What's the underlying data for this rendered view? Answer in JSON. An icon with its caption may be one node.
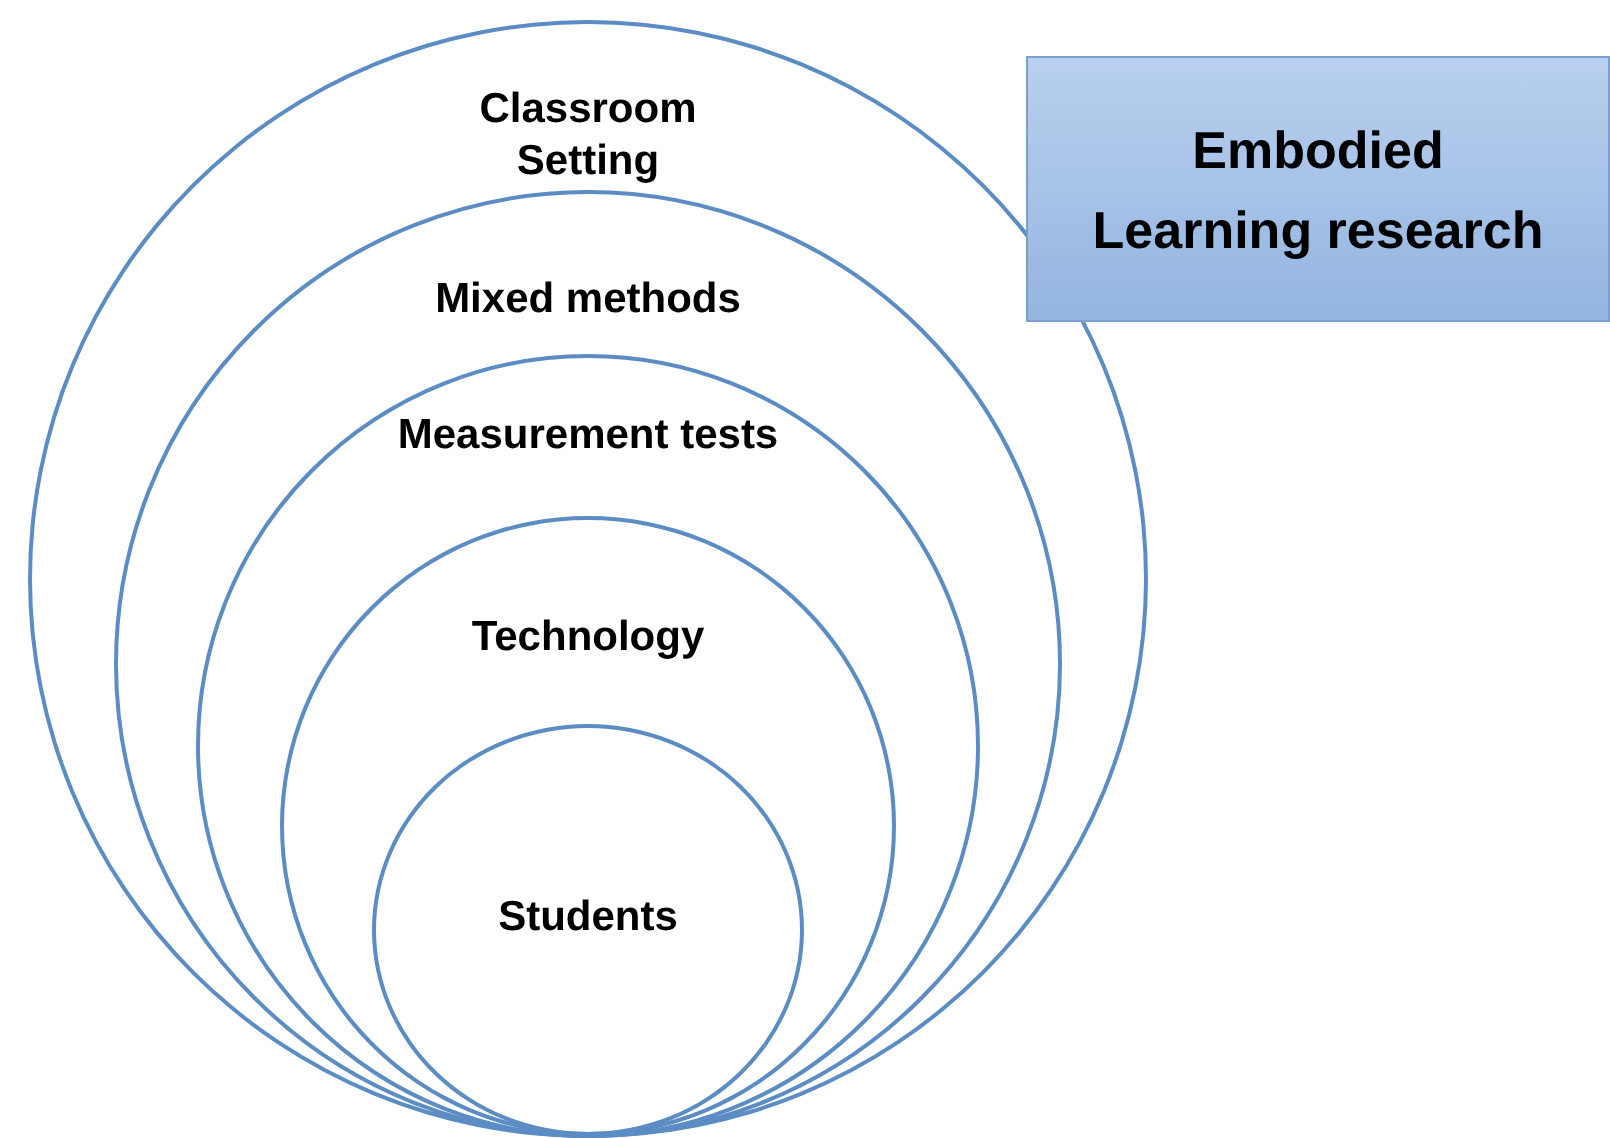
{
  "diagram": {
    "nodes": [
      {
        "text": [
          "Classroom Setting"
        ]
      },
      {
        "text": [
          "Mixed methods"
        ],
        "in": 0
      },
      {
        "text": [
          "Measurement tests"
        ],
        "in": 1
      },
      {
        "text": [
          "Technology"
        ],
        "in": 2
      },
      {
        "text": [
          "Students"
        ],
        "in": 3
      },
      {
        "text": [
          "Embodied Learning research"
        ]
      }
    ]
  }
}
